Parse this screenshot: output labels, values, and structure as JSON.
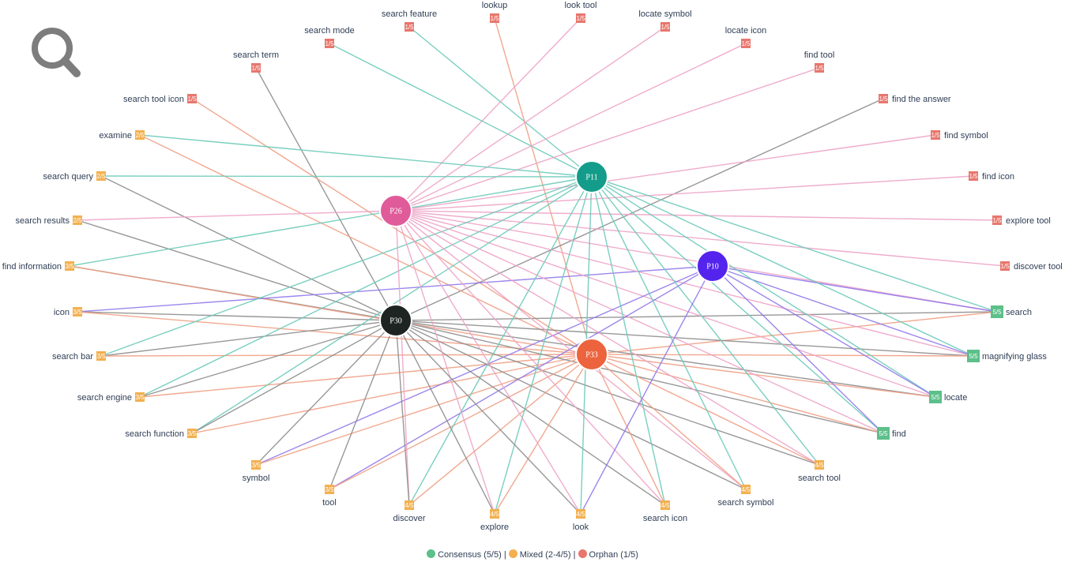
{
  "colors": {
    "consensus": "#5dbf8a",
    "mixed": "#f3b04f",
    "orphan": "#e8766d",
    "icon": "#7d7d7d"
  },
  "icon": "search-icon",
  "legend": {
    "consensus": "Consensus (5/5)",
    "mixed": "Mixed (2-4/5)",
    "orphan": "Orphan (1/5)",
    "sep": " | "
  },
  "participants": [
    {
      "id": "P11",
      "color": "#149c8a",
      "edge": "#6ccab9"
    },
    {
      "id": "P26",
      "color": "#e05b99",
      "edge": "#eda3c6"
    },
    {
      "id": "P10",
      "color": "#5424ee",
      "edge": "#9179ea"
    },
    {
      "id": "P30",
      "color": "#1e2422",
      "edge": "#8d8d8d"
    },
    {
      "id": "P33",
      "color": "#ec633d",
      "edge": "#ef9f84"
    }
  ],
  "terms": [
    {
      "label": "search feature",
      "score": "1/5",
      "by": [
        "P11"
      ]
    },
    {
      "label": "lookup",
      "score": "1/5",
      "by": [
        "P33"
      ]
    },
    {
      "label": "look tool",
      "score": "1/5",
      "by": [
        "P26"
      ]
    },
    {
      "label": "locate symbol",
      "score": "1/5",
      "by": [
        "P26"
      ]
    },
    {
      "label": "search mode",
      "score": "1/5",
      "by": [
        "P11"
      ]
    },
    {
      "label": "locate icon",
      "score": "1/5",
      "by": [
        "P26"
      ]
    },
    {
      "label": "search term",
      "score": "1/5",
      "by": [
        "P30"
      ]
    },
    {
      "label": "find tool",
      "score": "1/5",
      "by": [
        "P26"
      ]
    },
    {
      "label": "search tool icon",
      "score": "1/5",
      "by": [
        "P33"
      ]
    },
    {
      "label": "find the answer",
      "score": "1/5",
      "by": [
        "P30"
      ]
    },
    {
      "label": "examine",
      "score": "2/5",
      "by": [
        "P11",
        "P33"
      ]
    },
    {
      "label": "find symbol",
      "score": "1/5",
      "by": [
        "P26"
      ]
    },
    {
      "label": "search query",
      "score": "2/5",
      "by": [
        "P11",
        "P30"
      ]
    },
    {
      "label": "find icon",
      "score": "1/5",
      "by": [
        "P26"
      ]
    },
    {
      "label": "search results",
      "score": "2/5",
      "by": [
        "P26",
        "P30"
      ]
    },
    {
      "label": "explore tool",
      "score": "1/5",
      "by": [
        "P26"
      ]
    },
    {
      "label": "find information",
      "score": "3/5",
      "by": [
        "P11",
        "P30",
        "P33"
      ]
    },
    {
      "label": "discover tool",
      "score": "1/5",
      "by": [
        "P26"
      ]
    },
    {
      "label": "icon",
      "score": "3/5",
      "by": [
        "P10",
        "P30",
        "P33"
      ]
    },
    {
      "label": "search",
      "score": "5/5",
      "by": [
        "P11",
        "P26",
        "P10",
        "P30",
        "P33"
      ]
    },
    {
      "label": "search bar",
      "score": "3/5",
      "by": [
        "P11",
        "P30",
        "P33"
      ]
    },
    {
      "label": "magnifying glass",
      "score": "5/5",
      "by": [
        "P11",
        "P26",
        "P10",
        "P30",
        "P33"
      ]
    },
    {
      "label": "search engine",
      "score": "3/5",
      "by": [
        "P11",
        "P30",
        "P33"
      ]
    },
    {
      "label": "locate",
      "score": "5/5",
      "by": [
        "P11",
        "P26",
        "P10",
        "P30",
        "P33"
      ]
    },
    {
      "label": "search function",
      "score": "3/5",
      "by": [
        "P11",
        "P30",
        "P33"
      ]
    },
    {
      "label": "find",
      "score": "5/5",
      "by": [
        "P11",
        "P26",
        "P10",
        "P30",
        "P33"
      ]
    },
    {
      "label": "symbol",
      "score": "3/5",
      "by": [
        "P10",
        "P30",
        "P33"
      ]
    },
    {
      "label": "search tool",
      "score": "4/5",
      "by": [
        "P11",
        "P26",
        "P30",
        "P33"
      ]
    },
    {
      "label": "tool",
      "score": "3/5",
      "by": [
        "P10",
        "P30",
        "P33"
      ]
    },
    {
      "label": "search symbol",
      "score": "4/5",
      "by": [
        "P11",
        "P26",
        "P30",
        "P33"
      ]
    },
    {
      "label": "discover",
      "score": "4/5",
      "by": [
        "P11",
        "P26",
        "P30",
        "P33"
      ]
    },
    {
      "label": "search icon",
      "score": "4/5",
      "by": [
        "P11",
        "P26",
        "P30",
        "P33"
      ]
    },
    {
      "label": "explore",
      "score": "4/5",
      "by": [
        "P11",
        "P26",
        "P30",
        "P33"
      ]
    },
    {
      "label": "look",
      "score": "4/5",
      "by": [
        "P11",
        "P10",
        "P26",
        "P30"
      ]
    }
  ]
}
